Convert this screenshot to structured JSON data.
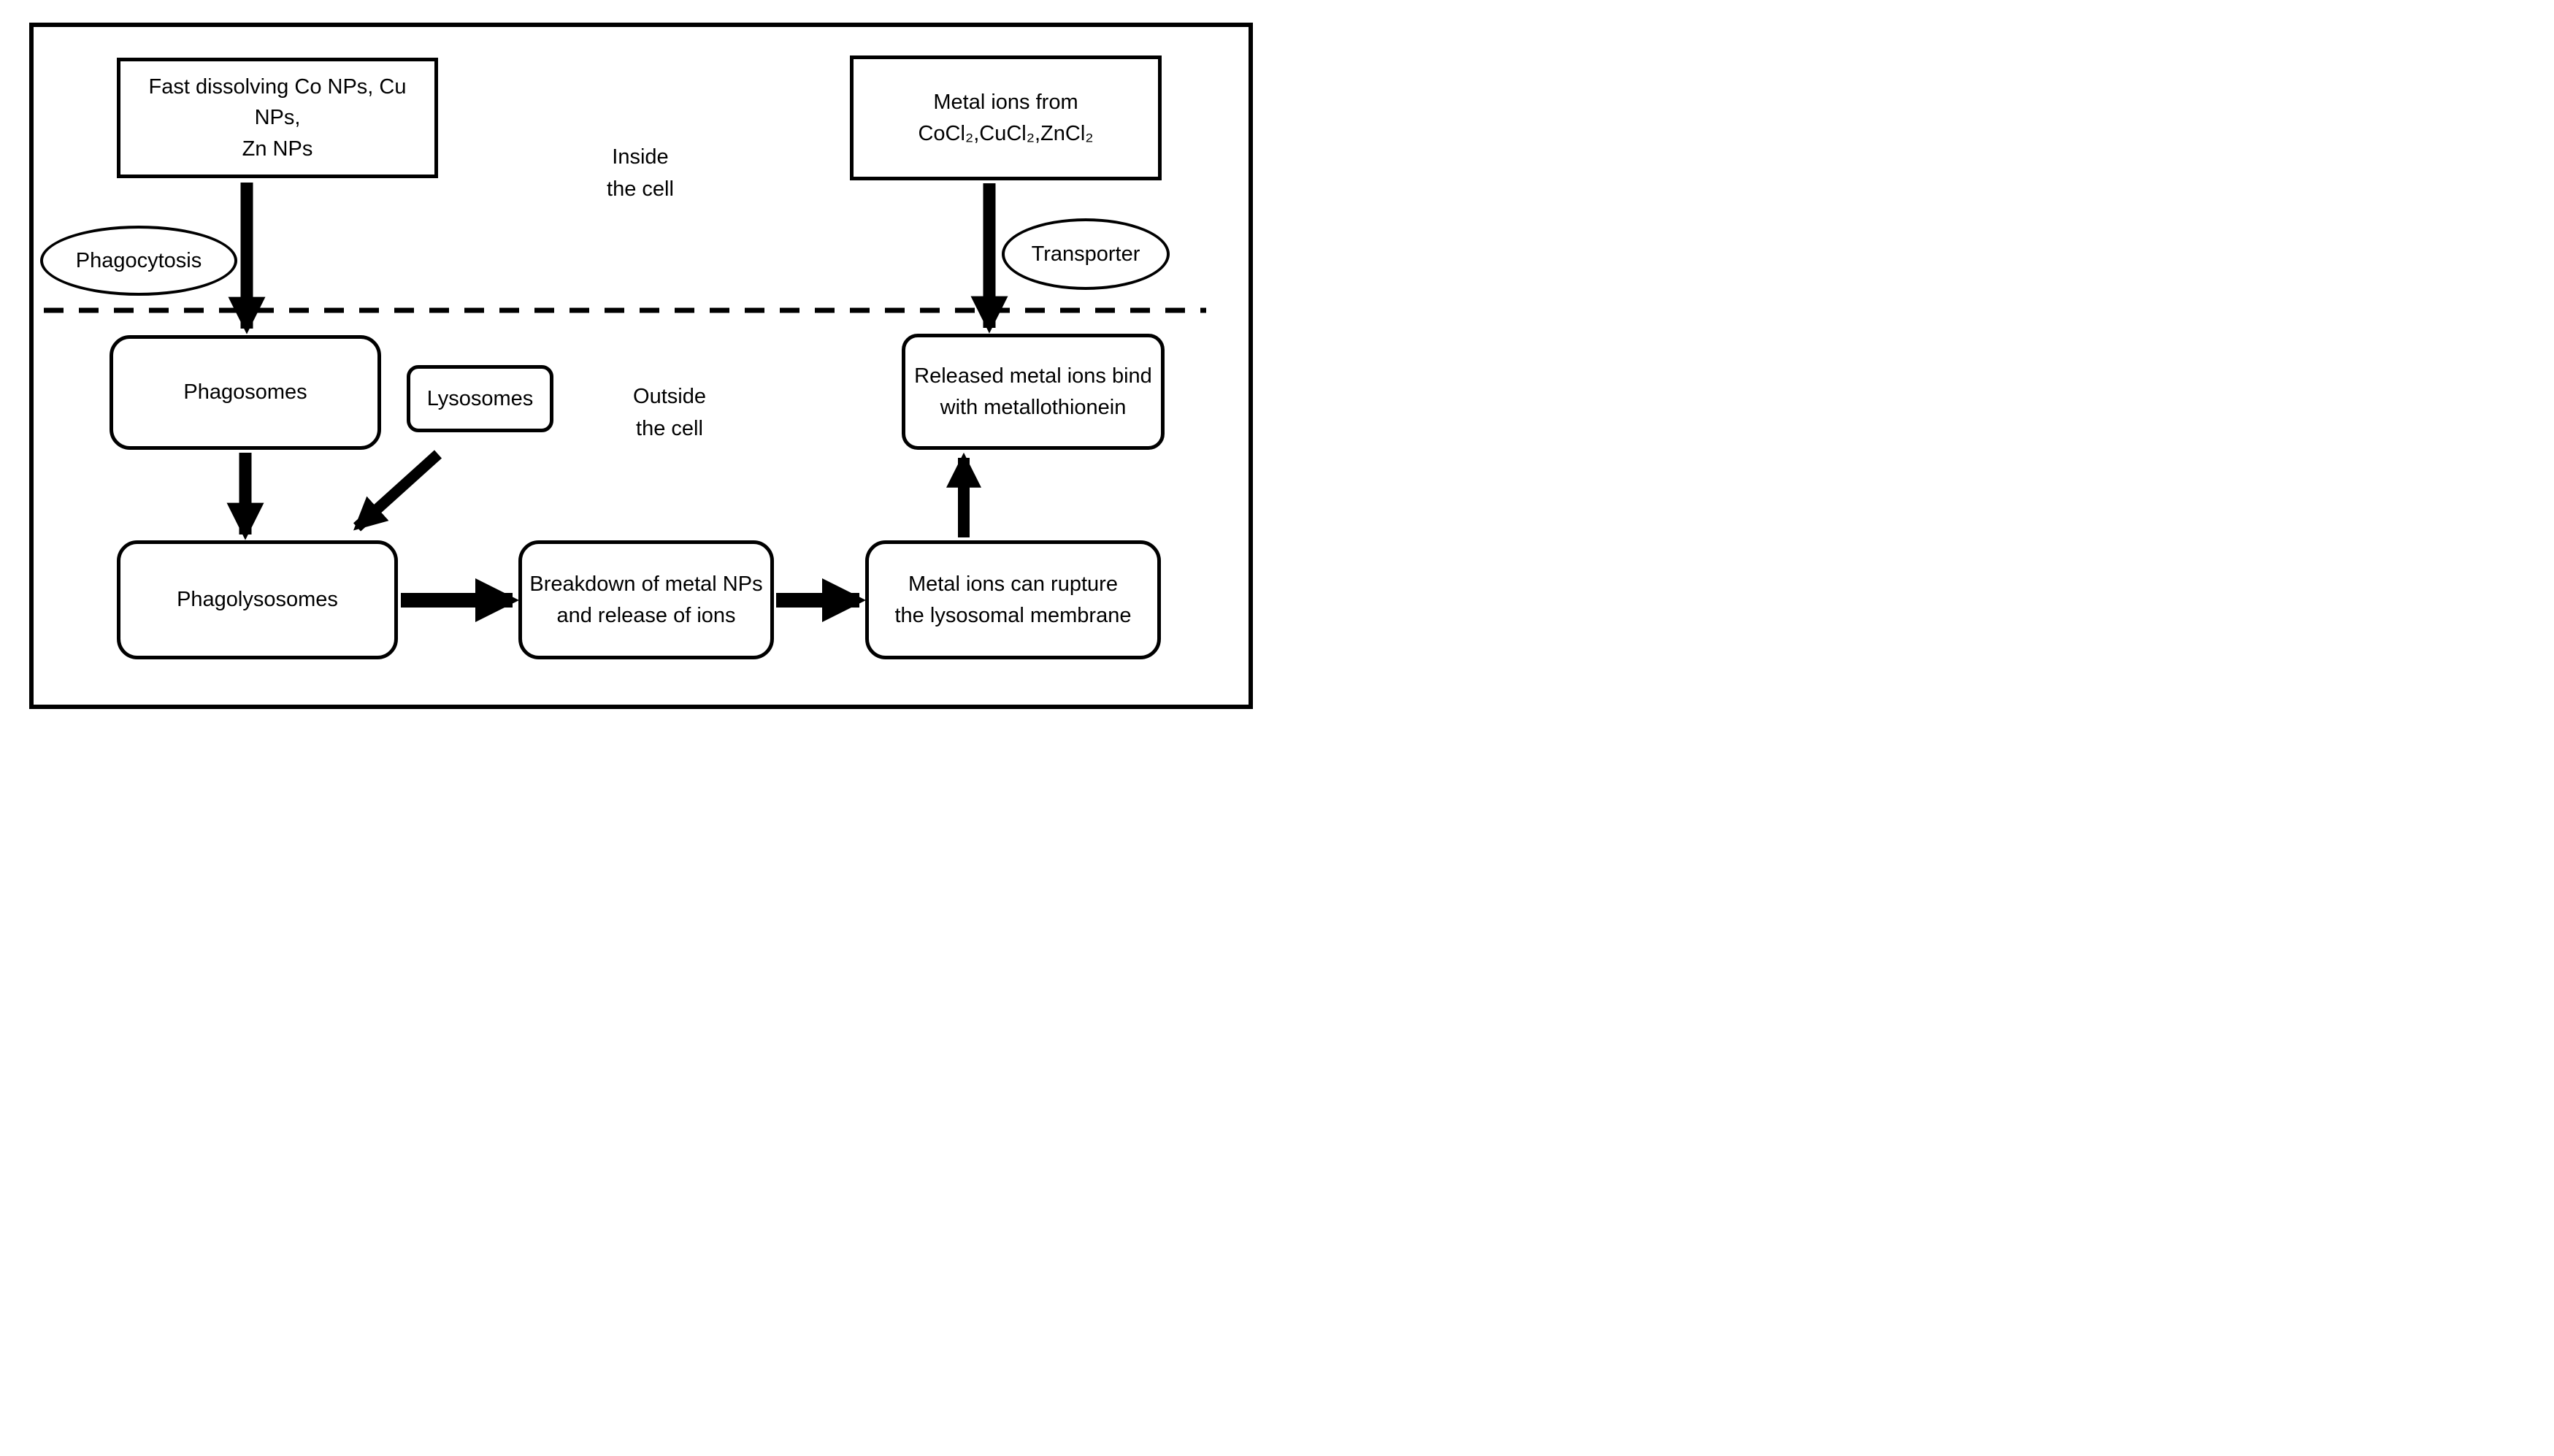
{
  "page": {
    "background_color": "#ffffff",
    "stroke_color": "#000000"
  },
  "diagram": {
    "regions": {
      "inside": "Inside\nthe cell",
      "outside": "Outside\nthe cell"
    },
    "membrane": {
      "style": "dashed-line",
      "meaning": "cell membrane divider"
    },
    "nodes": {
      "fast_dissolving": {
        "label": "Fast dissolving Co NPs, Cu NPs,\nZn NPs",
        "shape": "rectangle"
      },
      "metal_ion_source": {
        "label": "Metal ions from\nCoCl₂,CuCl₂,ZnCl₂",
        "shape": "rectangle"
      },
      "phagocytosis": {
        "label": "Phagocytosis",
        "shape": "ellipse"
      },
      "transporter": {
        "label": "Transporter",
        "shape": "ellipse"
      },
      "phagosomes": {
        "label": "Phagosomes",
        "shape": "rounded-rectangle"
      },
      "lysosomes": {
        "label": "Lysosomes",
        "shape": "rounded-rectangle"
      },
      "released_ions_bind": {
        "label": "Released metal ions bind\nwith metallothionein",
        "shape": "rounded-rectangle"
      },
      "phagolysosomes": {
        "label": "Phagolysosomes",
        "shape": "rounded-rectangle"
      },
      "breakdown": {
        "label": "Breakdown of metal NPs\nand release of ions",
        "shape": "rounded-rectangle"
      },
      "rupture": {
        "label": "Metal ions can rupture\nthe lysosomal membrane",
        "shape": "rounded-rectangle"
      }
    },
    "edges": [
      {
        "from": "fast_dissolving",
        "to": "phagosomes"
      },
      {
        "from": "metal_ion_source",
        "to": "released_ions_bind"
      },
      {
        "from": "phagosomes",
        "to": "phagolysosomes"
      },
      {
        "from": "lysosomes",
        "to": "phagolysosomes"
      },
      {
        "from": "phagolysosomes",
        "to": "breakdown"
      },
      {
        "from": "breakdown",
        "to": "rupture"
      },
      {
        "from": "rupture",
        "to": "released_ions_bind"
      }
    ]
  }
}
